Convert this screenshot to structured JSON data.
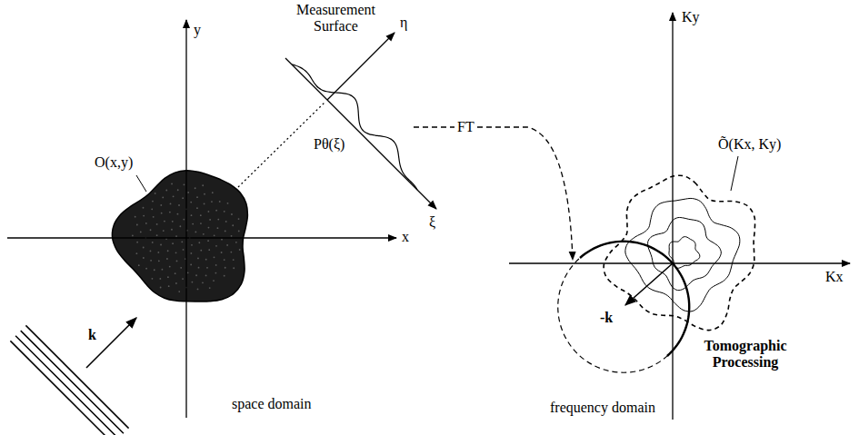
{
  "diagram": {
    "labels": [
      "Measurement Surface",
      "η",
      "Pθ(ξ)",
      "ξ",
      "y",
      "O(x,y)",
      "x",
      "k",
      "space domain",
      "FT",
      "Ky",
      "Õ(Kx, Ky)",
      "Kx",
      "-k",
      "Tomographic Processing",
      "frequency domain"
    ]
  }
}
